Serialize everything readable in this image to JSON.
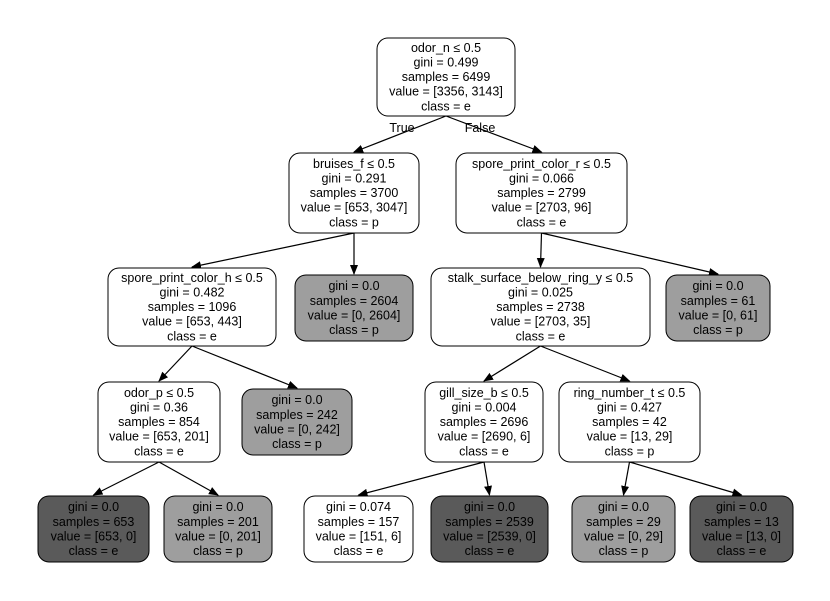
{
  "colors": {
    "leaf_e": "#5a5a5a",
    "leaf_p": "#9e9e9e",
    "internal": "#ffffff",
    "edge": "#000000"
  },
  "edge_labels": {
    "true": "True",
    "false": "False"
  },
  "nodes": [
    {
      "id": "n0",
      "fill": "internal",
      "lines": [
        "odor_n ≤ 0.5",
        "gini = 0.499",
        "samples = 6499",
        "value = [3356, 3143]",
        "class = e"
      ]
    },
    {
      "id": "n1",
      "fill": "internal",
      "lines": [
        "bruises_f ≤ 0.5",
        "gini = 0.291",
        "samples = 3700",
        "value = [653, 3047]",
        "class = p"
      ]
    },
    {
      "id": "n2",
      "fill": "internal",
      "lines": [
        "spore_print_color_r ≤ 0.5",
        "gini = 0.066",
        "samples = 2799",
        "value = [2703, 96]",
        "class = e"
      ]
    },
    {
      "id": "n3",
      "fill": "internal",
      "lines": [
        "spore_print_color_h ≤ 0.5",
        "gini = 0.482",
        "samples = 1096",
        "value = [653, 443]",
        "class = e"
      ]
    },
    {
      "id": "n4",
      "fill": "leaf_p",
      "lines": [
        "gini = 0.0",
        "samples = 2604",
        "value = [0, 2604]",
        "class = p"
      ]
    },
    {
      "id": "n5",
      "fill": "internal",
      "lines": [
        "stalk_surface_below_ring_y ≤ 0.5",
        "gini = 0.025",
        "samples = 2738",
        "value = [2703, 35]",
        "class = e"
      ]
    },
    {
      "id": "n6",
      "fill": "leaf_p",
      "lines": [
        "gini = 0.0",
        "samples = 61",
        "value = [0, 61]",
        "class = p"
      ]
    },
    {
      "id": "n7",
      "fill": "internal",
      "lines": [
        "odor_p ≤ 0.5",
        "gini = 0.36",
        "samples = 854",
        "value = [653, 201]",
        "class = e"
      ]
    },
    {
      "id": "n8",
      "fill": "leaf_p",
      "lines": [
        "gini = 0.0",
        "samples = 242",
        "value = [0, 242]",
        "class = p"
      ]
    },
    {
      "id": "n9",
      "fill": "internal",
      "lines": [
        "gill_size_b ≤ 0.5",
        "gini = 0.004",
        "samples = 2696",
        "value = [2690, 6]",
        "class = e"
      ]
    },
    {
      "id": "n10",
      "fill": "internal",
      "lines": [
        "ring_number_t ≤ 0.5",
        "gini = 0.427",
        "samples = 42",
        "value = [13, 29]",
        "class = p"
      ]
    },
    {
      "id": "n11",
      "fill": "leaf_e",
      "lines": [
        "gini = 0.0",
        "samples = 653",
        "value = [653, 0]",
        "class = e"
      ]
    },
    {
      "id": "n12",
      "fill": "leaf_p",
      "lines": [
        "gini = 0.0",
        "samples = 201",
        "value = [0, 201]",
        "class = p"
      ]
    },
    {
      "id": "n13",
      "fill": "internal",
      "lines": [
        "gini = 0.074",
        "samples = 157",
        "value = [151, 6]",
        "class = e"
      ]
    },
    {
      "id": "n14",
      "fill": "leaf_e",
      "lines": [
        "gini = 0.0",
        "samples = 2539",
        "value = [2539, 0]",
        "class = e"
      ]
    },
    {
      "id": "n15",
      "fill": "leaf_p",
      "lines": [
        "gini = 0.0",
        "samples = 29",
        "value = [0, 29]",
        "class = p"
      ]
    },
    {
      "id": "n16",
      "fill": "leaf_e",
      "lines": [
        "gini = 0.0",
        "samples = 13",
        "value = [13, 0]",
        "class = e"
      ]
    }
  ],
  "edges": [
    {
      "from": "n0",
      "to": "n1",
      "label": "true"
    },
    {
      "from": "n0",
      "to": "n2",
      "label": "false"
    },
    {
      "from": "n1",
      "to": "n3"
    },
    {
      "from": "n1",
      "to": "n4"
    },
    {
      "from": "n2",
      "to": "n5"
    },
    {
      "from": "n2",
      "to": "n6"
    },
    {
      "from": "n3",
      "to": "n7"
    },
    {
      "from": "n3",
      "to": "n8"
    },
    {
      "from": "n5",
      "to": "n9"
    },
    {
      "from": "n5",
      "to": "n10"
    },
    {
      "from": "n7",
      "to": "n11"
    },
    {
      "from": "n7",
      "to": "n12"
    },
    {
      "from": "n9",
      "to": "n13"
    },
    {
      "from": "n9",
      "to": "n14"
    },
    {
      "from": "n10",
      "to": "n15"
    },
    {
      "from": "n10",
      "to": "n16"
    }
  ]
}
